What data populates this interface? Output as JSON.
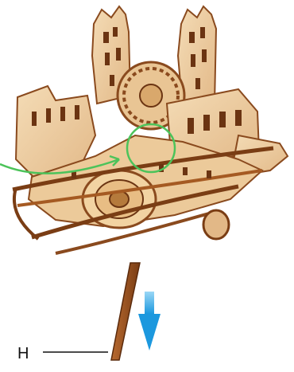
{
  "figure": {
    "part_label": "H",
    "colors": {
      "wood_light": "#efd2a8",
      "wood_mid": "#e0b27c",
      "wood_dark": "#8a4a1e",
      "wood_edge": "#5a2a0c",
      "highlight_green": "#4cc35a",
      "arrow_blue": "#2aa5e6"
    },
    "icons": {
      "highlight": "green-circle-highlight",
      "rotation": "green-curved-arrow",
      "direction": "blue-down-arrow"
    }
  }
}
